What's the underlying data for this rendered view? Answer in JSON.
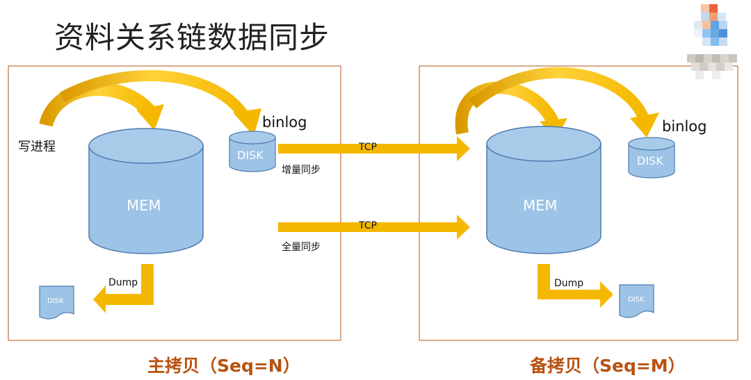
{
  "title": "资料关系链数据同步",
  "master": {
    "caption": "主拷贝（Seq=N）",
    "writer_label": "写进程",
    "mem_label": "MEM",
    "disk_label": "DISK",
    "binlog_label": "binlog",
    "dump_label": "Dump",
    "dump_disk_label": "DISK"
  },
  "slave": {
    "caption": "备拷贝（Seq=M）",
    "mem_label": "MEM",
    "disk_label": "DISK",
    "binlog_label": "binlog",
    "dump_label": "Dump",
    "dump_disk_label": "DISK"
  },
  "links": {
    "incremental": {
      "protocol": "TCP",
      "label": "增量同步"
    },
    "full": {
      "protocol": "TCP",
      "label": "全量同步"
    }
  },
  "colors": {
    "arrow": "#f5b800",
    "arrow_dark": "#d99a00",
    "cylinder_fill": "#9dc3e6",
    "cylinder_stroke": "#4a7ab0",
    "box_border": "#c0703a",
    "caption": "#b8510f"
  }
}
